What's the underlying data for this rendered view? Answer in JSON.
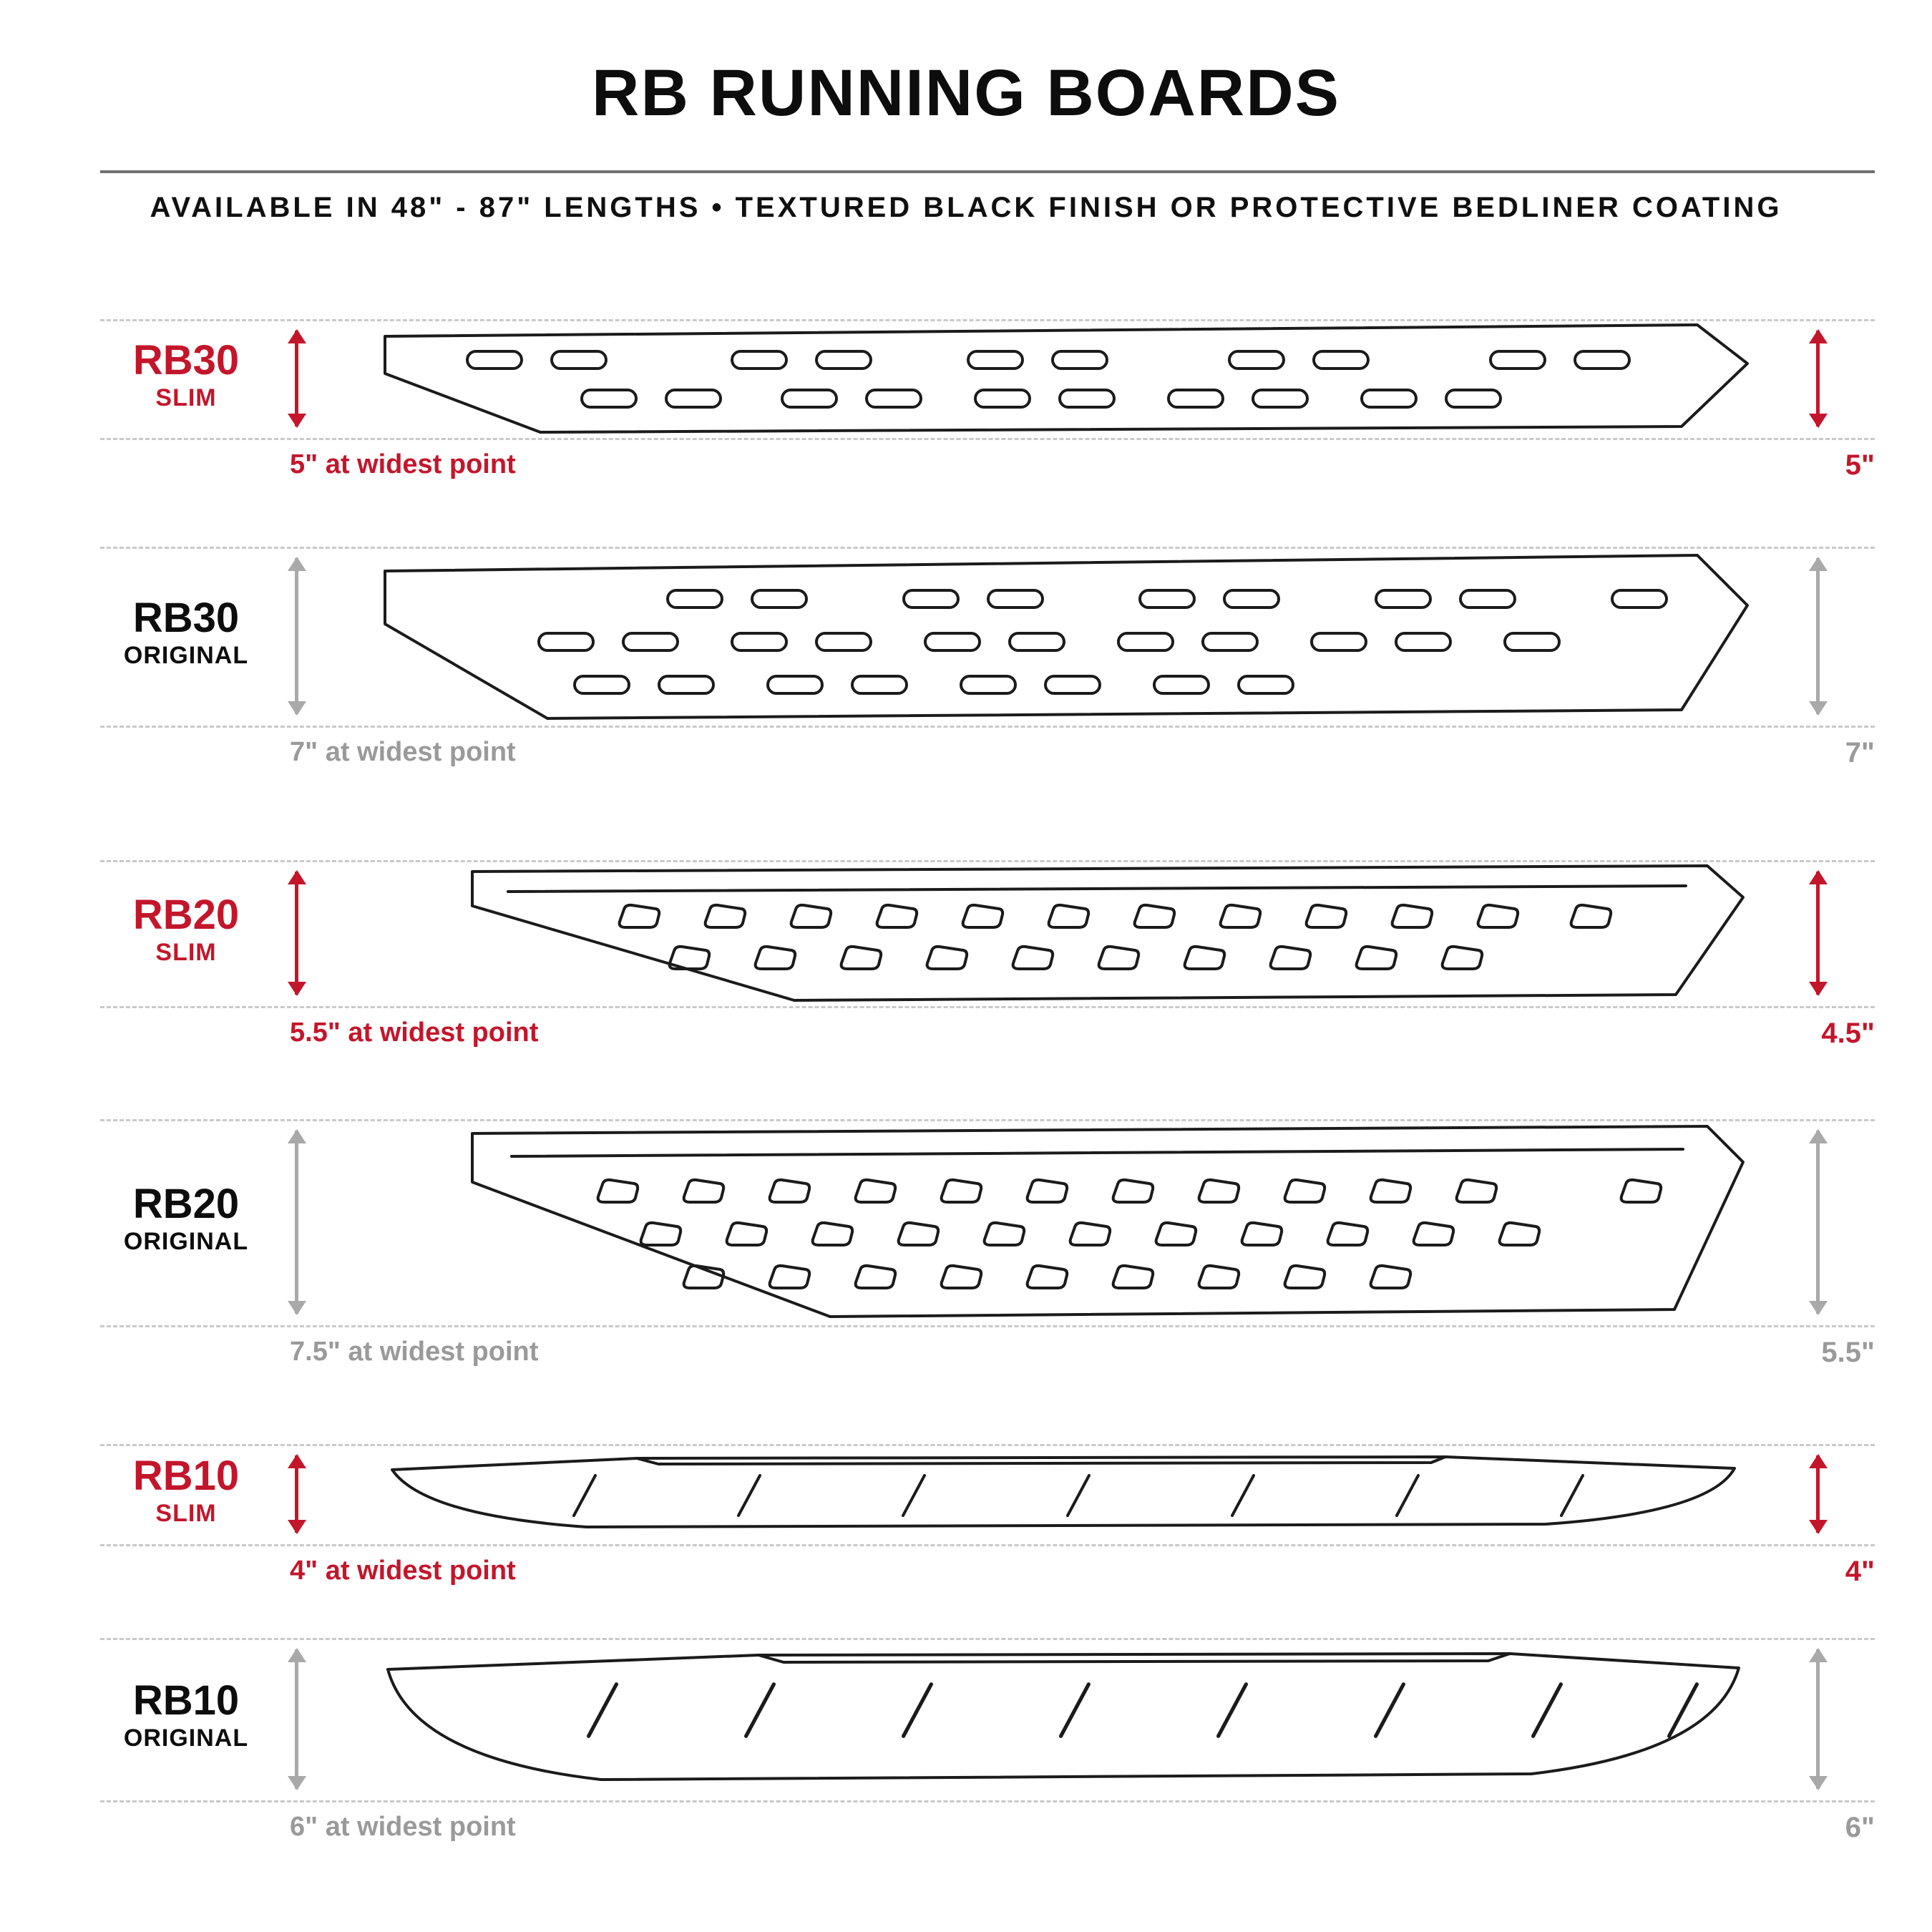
{
  "header": {
    "title": "RB RUNNING BOARDS",
    "subtitle": "AVAILABLE IN 48\" - 87\" LENGTHS  •  TEXTURED BLACK FINISH OR PROTECTIVE BEDLINER COATING"
  },
  "colors": {
    "slim_accent": "#c3162b",
    "original_gray": "#9a9a9a",
    "outline": "#1b1b1b",
    "dash": "#c9c9c9"
  },
  "rows": [
    {
      "model": "RB30",
      "variant": "SLIM",
      "tone": "red",
      "widest_note": "5\" at widest point",
      "height_label": "5\""
    },
    {
      "model": "RB30",
      "variant": "ORIGINAL",
      "tone": "gray",
      "widest_note": "7\" at widest point",
      "height_label": "7\""
    },
    {
      "model": "RB20",
      "variant": "SLIM",
      "tone": "red",
      "widest_note": "5.5\" at widest point",
      "height_label": "4.5\""
    },
    {
      "model": "RB20",
      "variant": "ORIGINAL",
      "tone": "gray",
      "widest_note": "7.5\" at widest point",
      "height_label": "5.5\""
    },
    {
      "model": "RB10",
      "variant": "SLIM",
      "tone": "red",
      "widest_note": "4\" at widest point",
      "height_label": "4\""
    },
    {
      "model": "RB10",
      "variant": "ORIGINAL",
      "tone": "gray",
      "widest_note": "6\" at widest point",
      "height_label": "6\""
    }
  ]
}
